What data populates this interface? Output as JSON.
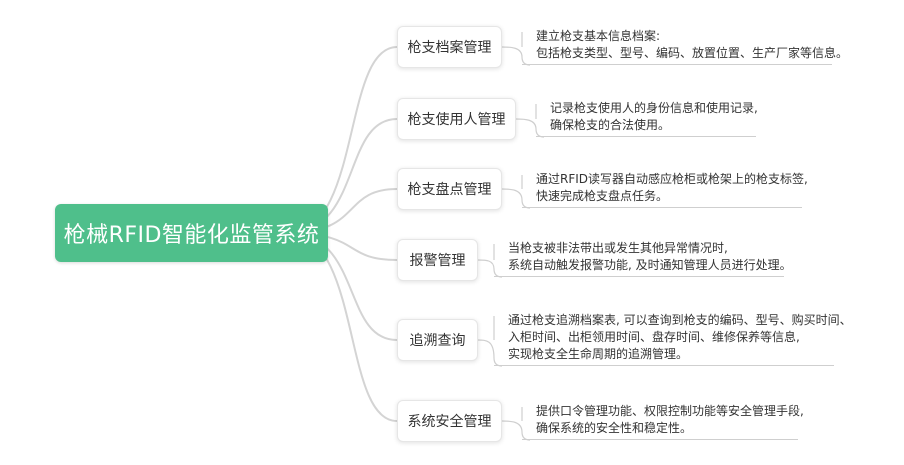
{
  "root": {
    "label": "枪械RFID智能化监管系统"
  },
  "branches": [
    {
      "label": "枪支档案管理",
      "lines": [
        "建立枪支基本信息档案:",
        "包括枪支类型、型号、编码、放置位置、生产厂家等信息。"
      ]
    },
    {
      "label": "枪支使用人管理",
      "lines": [
        "记录枪支使用人的身份信息和使用记录,",
        "确保枪支的合法使用。"
      ]
    },
    {
      "label": "枪支盘点管理",
      "lines": [
        "通过RFID读写器自动感应枪柜或枪架上的枪支标签,",
        "快速完成枪支盘点任务。"
      ]
    },
    {
      "label": "报警管理",
      "lines": [
        "当枪支被非法带出或发生其他异常情况时,",
        "系统自动触发报警功能, 及时通知管理人员进行处理。"
      ]
    },
    {
      "label": "追溯查询",
      "lines": [
        "通过枪支追溯档案表, 可以查询到枪支的编码、型号、购买时间、",
        "入柜时间、出柜领用时间、盘存时间、维修保养等信息,",
        "实现枪支全生命周期的追溯管理。"
      ]
    },
    {
      "label": "系统安全管理",
      "lines": [
        "提供口令管理功能、权限控制功能等安全管理手段,",
        "确保系统的安全性和稳定性。"
      ]
    }
  ]
}
